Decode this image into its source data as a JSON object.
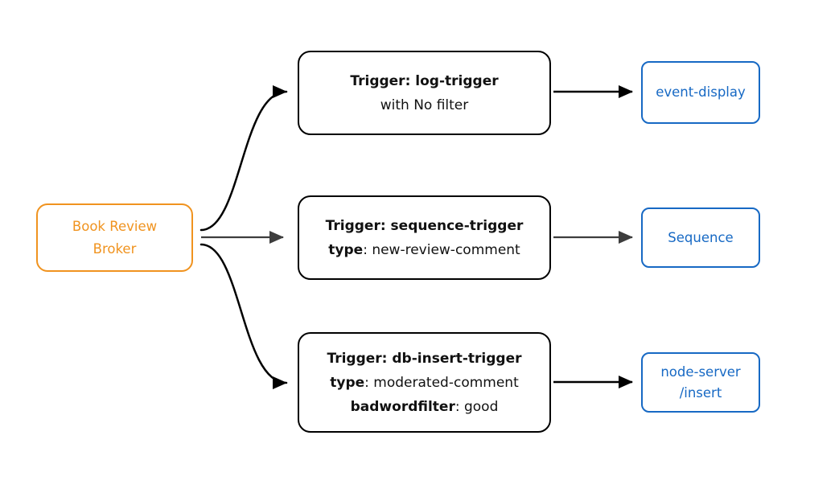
{
  "colors": {
    "broker_accent": "#F0931F",
    "sink_accent": "#1769C4",
    "node_border": "#000000",
    "arrow": "#000000",
    "arrow_muted": "#3D3D3D"
  },
  "broker": {
    "line1": "Book Review",
    "line2": "Broker"
  },
  "triggers": [
    {
      "title": "Trigger: log-trigger",
      "line2_bold": "",
      "line2_rest": "with No filter"
    },
    {
      "title": "Trigger: sequence-trigger",
      "line2_bold": "type",
      "line2_rest": ": new-review-comment"
    },
    {
      "title": "Trigger: db-insert-trigger",
      "line2_bold": "type",
      "line2_rest": ": moderated-comment",
      "line3_bold": "badwordfilter",
      "line3_rest": ": good"
    }
  ],
  "sinks": [
    {
      "label": "event-display"
    },
    {
      "label": "Sequence"
    },
    {
      "label_line1": "node-server",
      "label_line2": "/insert"
    }
  ]
}
